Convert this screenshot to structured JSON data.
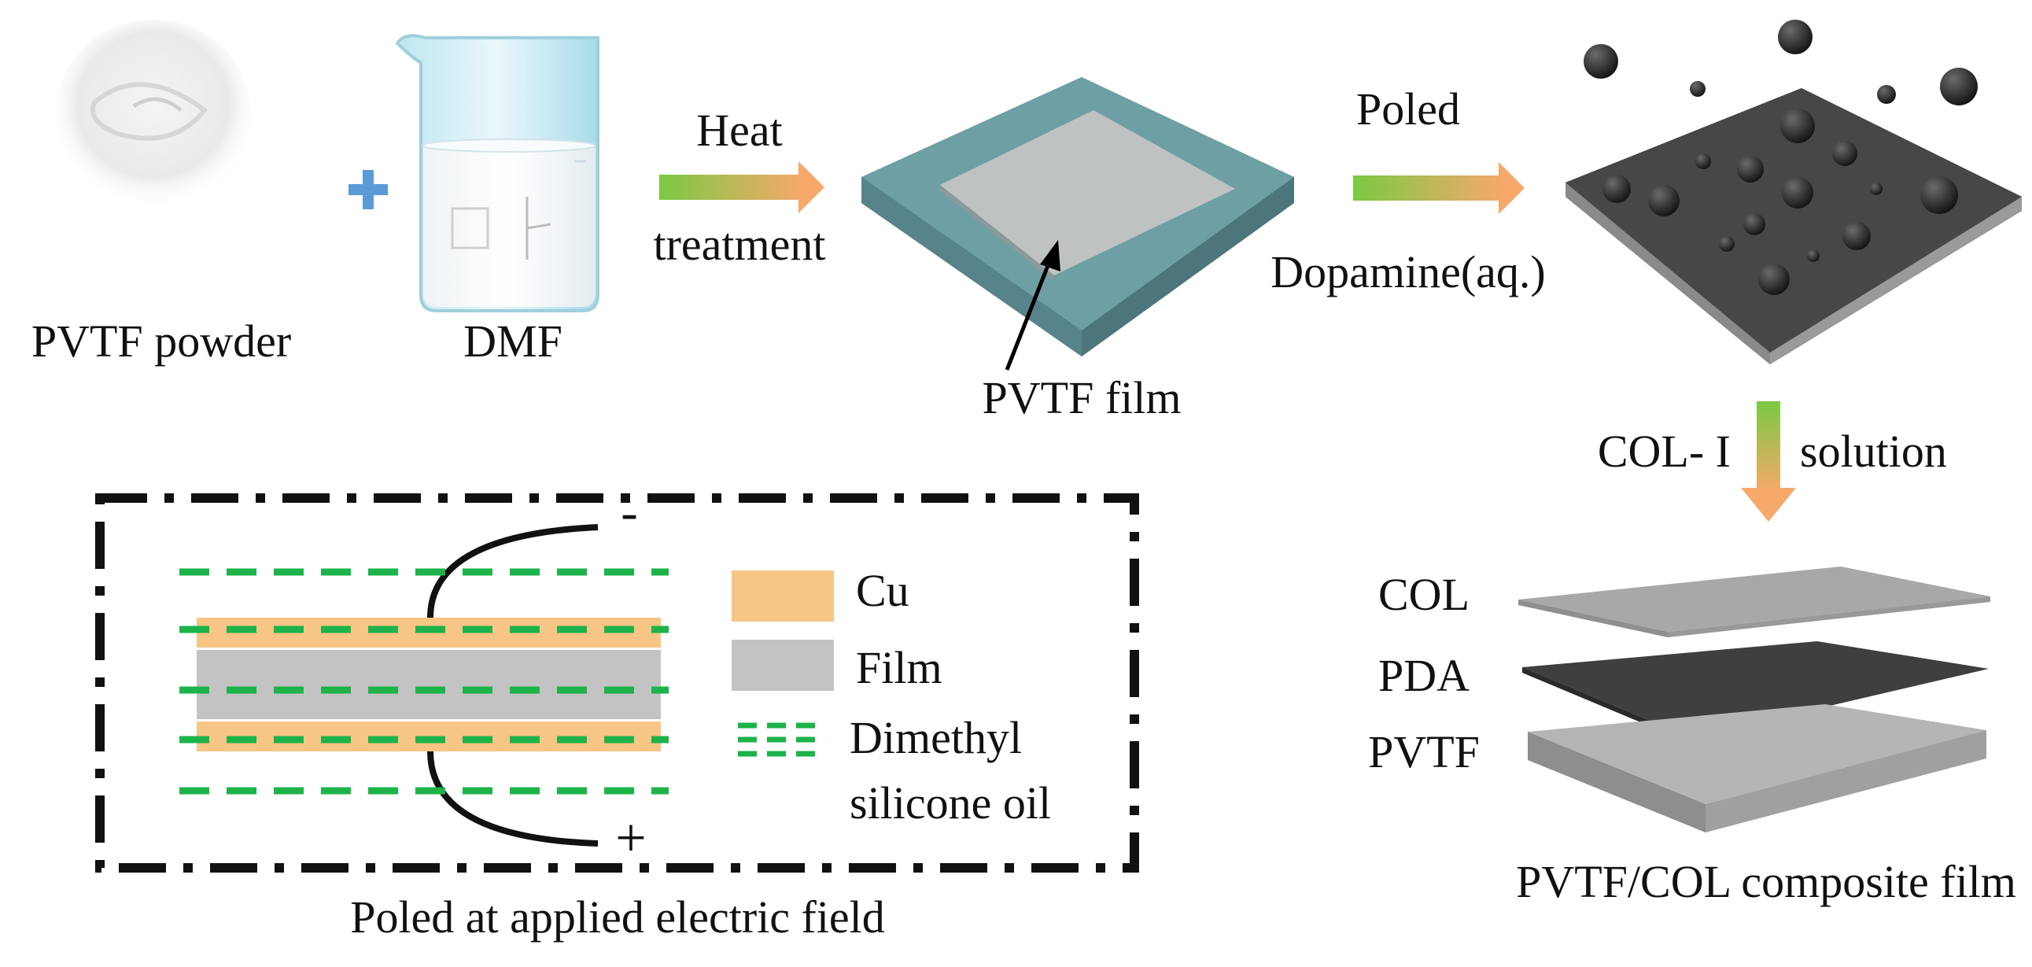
{
  "labels": {
    "pvtf_powder": "PVTF powder",
    "dmf": "DMF",
    "heat": "Heat",
    "treatment": "treatment",
    "pvtf_film": "PVTF film",
    "poled": "Poled",
    "dopamine": "Dopamine(aq.)",
    "col_i": "COL- I",
    "solution": "solution",
    "layer_col": "COL",
    "layer_pda": "PDA",
    "layer_pvtf": "PVTF",
    "composite": "PVTF/COL composite film",
    "caption": "Poled at applied electric field"
  },
  "legend": [
    {
      "label": "Cu",
      "color": "#f7c585"
    },
    {
      "label": "Film",
      "color": "#c3c3c3"
    },
    {
      "label": "Dimethyl",
      "color": "#1db34a"
    },
    {
      "label": "silicone oil",
      "color": "#1db34a"
    }
  ],
  "polarity": {
    "negative": "-",
    "positive": "+"
  },
  "colors": {
    "plus": "#5b9bd5",
    "arrow_start": "#7ac943",
    "arrow_end": "#f6a96b",
    "oil_dash": "#1db34a",
    "cu": "#f7c585",
    "film": "#c3c3c3",
    "substrate": "#6a9aa0",
    "pda_dark": "#4b4b4b"
  }
}
